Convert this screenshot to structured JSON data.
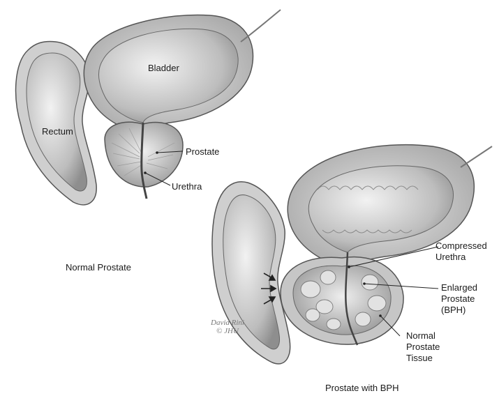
{
  "normal": {
    "bladder": "Bladder",
    "rectum": "Rectum",
    "prostate": "Prostate",
    "urethra": "Urethra",
    "caption": "Normal Prostate"
  },
  "bph": {
    "compressed_urethra": [
      "Compressed",
      "Urethra"
    ],
    "enlarged_prostate": [
      "Enlarged",
      "Prostate",
      "(BPH)"
    ],
    "normal_tissue": [
      "Normal",
      "Prostate",
      "Tissue"
    ],
    "caption": "Prostate with BPH"
  },
  "signature": [
    "David Rini",
    "© JHU"
  ]
}
